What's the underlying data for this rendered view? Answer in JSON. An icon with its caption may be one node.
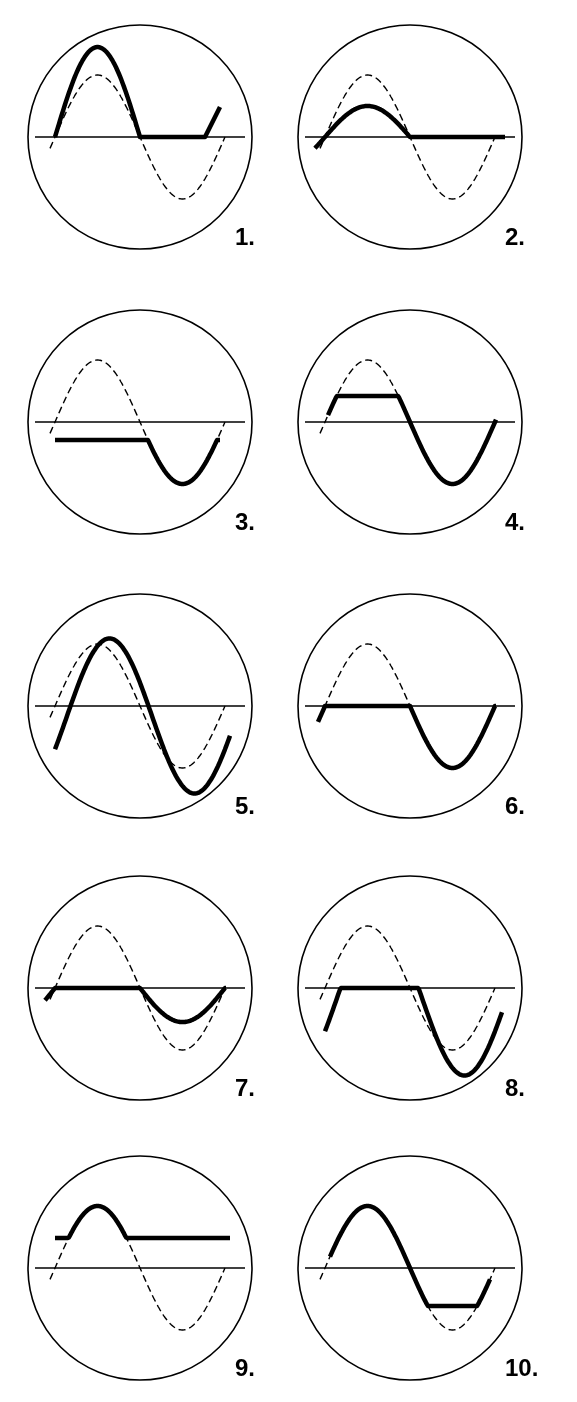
{
  "diagram": {
    "labels": [
      "1.",
      "2.",
      "3.",
      "4.",
      "5.",
      "6.",
      "7.",
      "8.",
      "9.",
      "10."
    ]
  }
}
